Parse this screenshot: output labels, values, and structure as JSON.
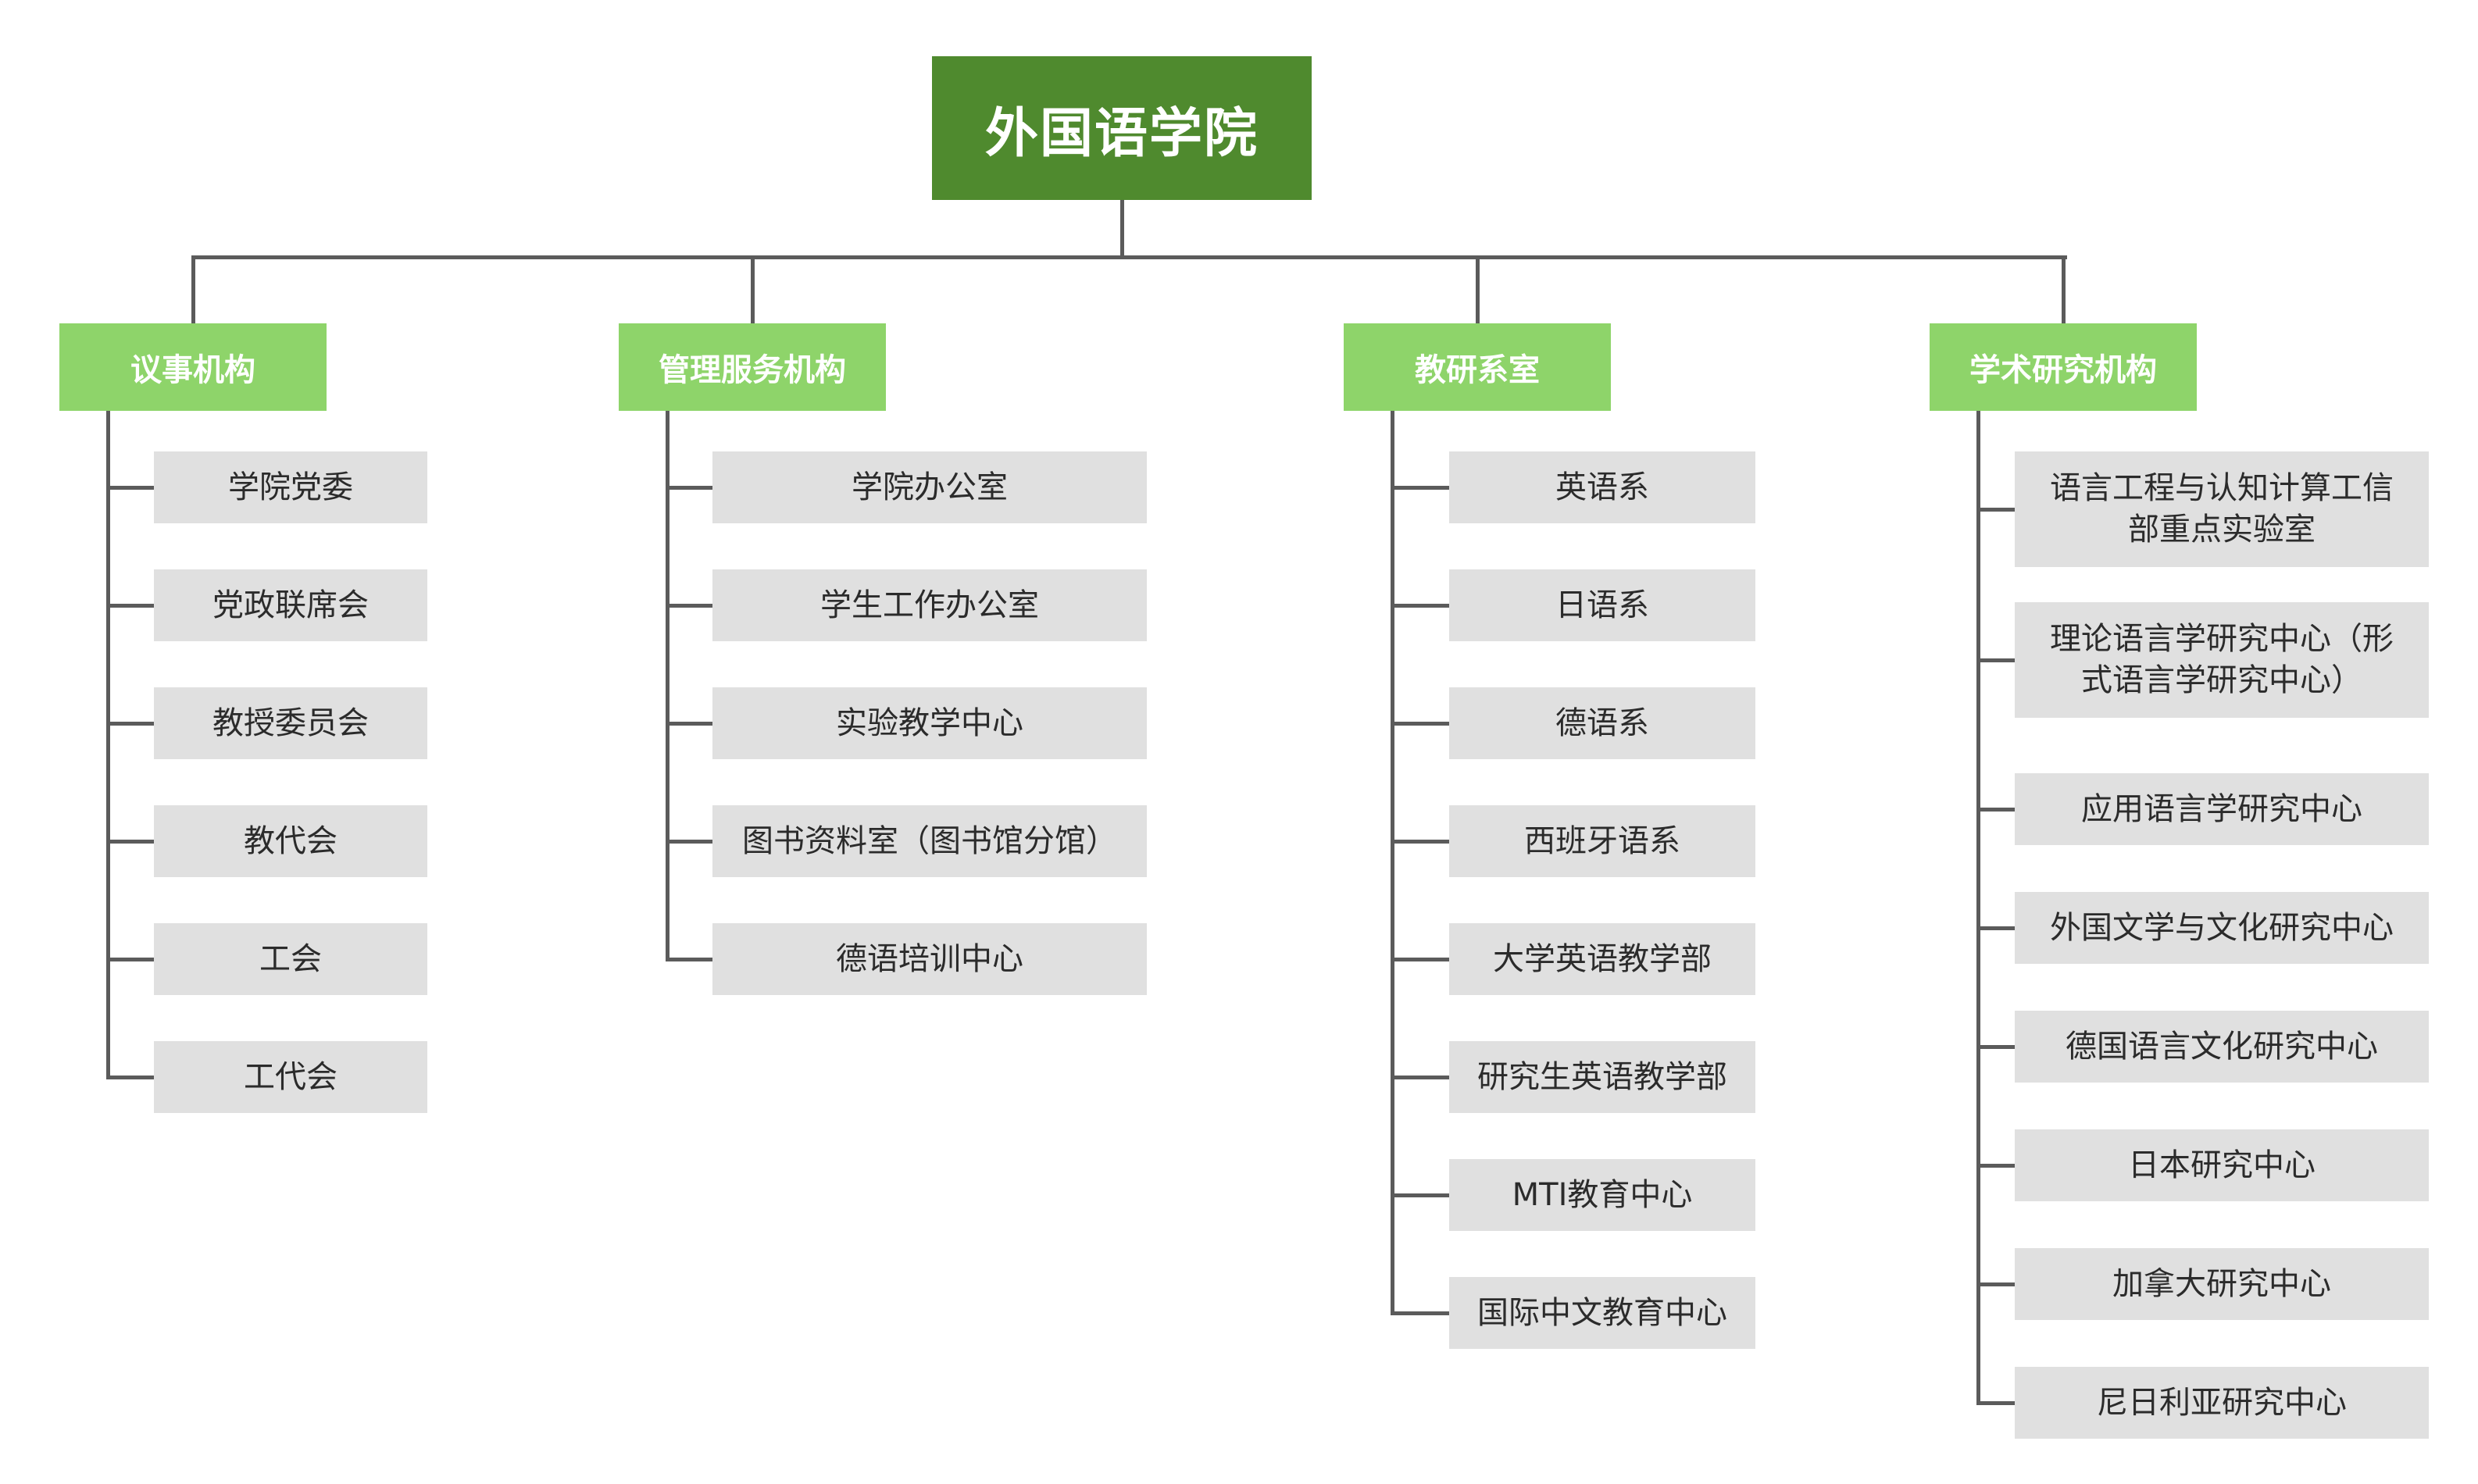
{
  "diagram": {
    "title": "外国语学院"
  },
  "branches": [
    {
      "label": "议事机构",
      "children": [
        "学院党委",
        "党政联席会",
        "教授委员会",
        "教代会",
        "工会",
        "工代会"
      ]
    },
    {
      "label": "管理服务机构",
      "children": [
        "学院办公室",
        "学生工作办公室",
        "实验教学中心",
        "图书资料室（图书馆分馆）",
        "德语培训中心"
      ]
    },
    {
      "label": "教研系室",
      "children": [
        "英语系",
        "日语系",
        "德语系",
        "西班牙语系",
        "大学英语教学部",
        "研究生英语教学部",
        "MTI教育中心",
        "国际中文教育中心"
      ]
    },
    {
      "label": "学术研究机构",
      "children": [
        "语言工程与认知计算工信部重点实验室",
        "理论语言学研究中心（形式语言学研究中心）",
        "应用语言学研究中心",
        "外国文学与文化研究中心",
        "德国语言文化研究中心",
        "日本研究中心",
        "加拿大研究中心",
        "尼日利亚研究中心"
      ]
    }
  ],
  "colors": {
    "root_bg": "#4F8A2E",
    "branch_bg": "#8ED46A",
    "item_bg": "#E0E0E0",
    "item_text": "#2B2B2B",
    "root_text": "#FFFFFF",
    "branch_text": "#FFFFFF",
    "line": "#5B5B5B",
    "background": "#FFFFFF"
  }
}
